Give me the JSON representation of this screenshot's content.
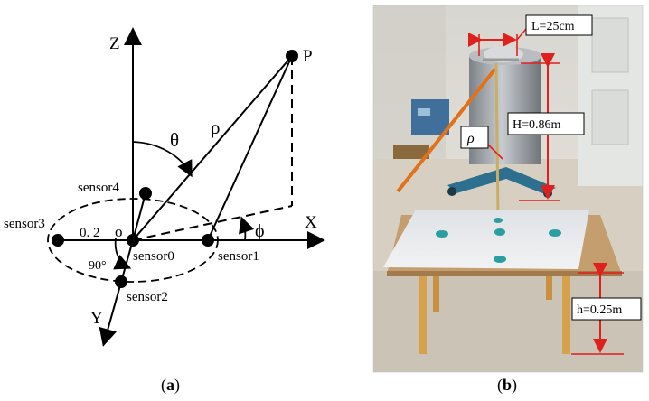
{
  "panel_a": {
    "caption_open": "(",
    "caption_letter": "a",
    "caption_close": ")",
    "axis_z": "Z",
    "axis_x": "X",
    "axis_y": "Y",
    "point_p": "P",
    "origin": "o",
    "theta": "θ",
    "rho": "ρ",
    "phi": "ϕ",
    "radius": "0. 2",
    "angle": "90°",
    "sensor0": "sensor0",
    "sensor1": "sensor1",
    "sensor2": "sensor2",
    "sensor3": "sensor3",
    "sensor4": "sensor4"
  },
  "panel_b": {
    "caption_open": "(",
    "caption_letter": "b",
    "caption_close": ")",
    "label_L": "L=25cm",
    "label_H": "H=0.86m",
    "label_h": "h=0.25m",
    "label_rho": "ρ"
  },
  "colors": {
    "line": "#000000",
    "dimension_red": "#e0201c",
    "floor": "#d9d2c6",
    "wall": "#e6e3dc",
    "table_top": "#c8a57a",
    "board": "#eceef0",
    "leg": "#d7a04a",
    "sensor_cap": "#2a9ea0",
    "rod": "#c9ae63",
    "orange_rod": "#e0721c",
    "tank": "#a9adb2"
  }
}
